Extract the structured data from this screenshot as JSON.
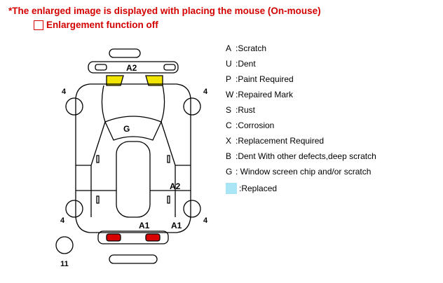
{
  "notice": "*The enlarged image is displayed with placing the mouse (On-mouse)",
  "enlargement": {
    "label": "Enlargement function off",
    "checked": false
  },
  "diagram": {
    "marks": {
      "rear_top": "A2",
      "windshield": "G",
      "left_front_tire": "4",
      "right_front_tire": "4",
      "left_rear_tire": "4",
      "right_rear_tire": "4",
      "right_rear_door": "A2",
      "rear_center": "A1",
      "rear_right": "A1",
      "spare_tire": "11"
    },
    "colors": {
      "yellow": "#f2e600",
      "red": "#d90000",
      "replaced": "#a8e6f5"
    }
  },
  "legend": [
    {
      "code": "A",
      "desc": ":Scratch"
    },
    {
      "code": "U",
      "desc": ":Dent"
    },
    {
      "code": "P",
      "desc": ":Paint Required"
    },
    {
      "code": "W",
      "desc": ":Repaired Mark"
    },
    {
      "code": "S",
      "desc": ":Rust"
    },
    {
      "code": "C",
      "desc": ":Corrosion"
    },
    {
      "code": "X",
      "desc": ":Replacement Required"
    },
    {
      "code": "B",
      "desc": ":Dent With other defects,deep scratch"
    },
    {
      "code": "G",
      "desc": ": Window screen chip and/or scratch"
    }
  ],
  "legend_replaced": ":Replaced"
}
